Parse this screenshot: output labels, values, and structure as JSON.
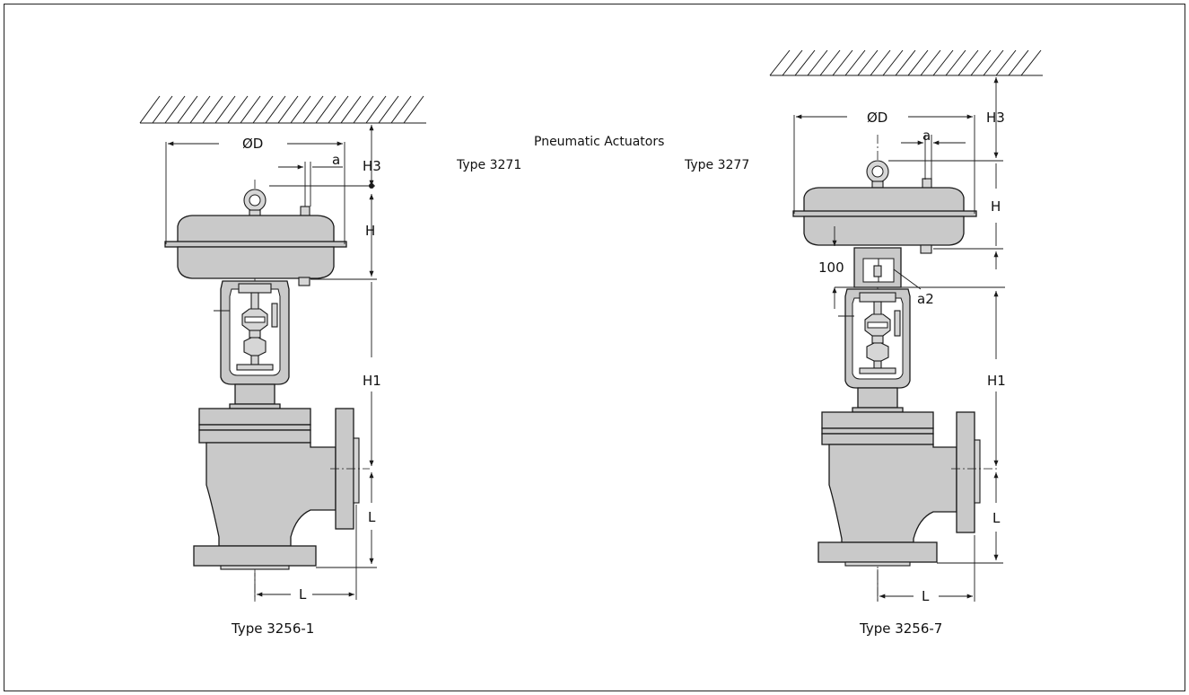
{
  "header": {
    "title": "Pneumatic Actuators",
    "left_type": "Type 3271",
    "right_type": "Type 3277"
  },
  "left_valve": {
    "caption": "Type 3256-1",
    "dims": {
      "diameter": "ØD",
      "a": "a",
      "h3": "H3",
      "h": "H",
      "h1": "H1",
      "l_vertical": "L",
      "l_horizontal": "L"
    }
  },
  "right_valve": {
    "caption": "Type 3256-7",
    "dims": {
      "diameter": "ØD",
      "a": "a",
      "h3": "H3",
      "h": "H",
      "h1": "H1",
      "l_vertical": "L",
      "l_horizontal": "L",
      "yoke_height": "100",
      "a2": "a2"
    }
  }
}
